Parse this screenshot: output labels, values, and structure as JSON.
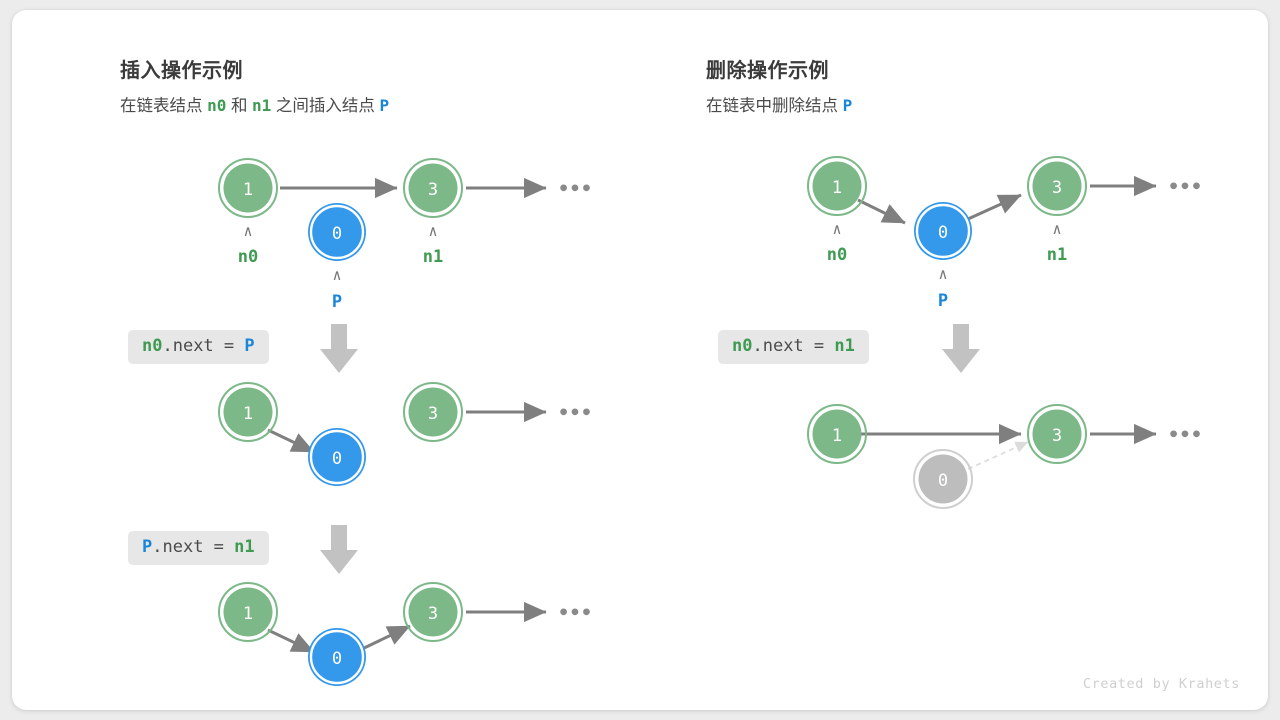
{
  "credit": "Created by Krahets",
  "colors": {
    "node_green_fill": "#7cb888",
    "node_green_ring": "#7cb888",
    "node_blue_fill": "#3498eb",
    "node_blue_ring": "#3498eb",
    "node_gray_fill": "#bdbdbd",
    "node_gray_ring": "#c9c9c9",
    "arrow_gray": "#7f7f7f",
    "label_green": "#3f9a52",
    "label_blue": "#1a86d8",
    "code_bg": "#e7e7e7",
    "card_bg": "#ffffff",
    "page_bg": "#ececec"
  },
  "left": {
    "title": "插入操作示例",
    "subtitle": {
      "seg1": "在链表结点",
      "tok1": "n0",
      "seg2": "和",
      "tok2": "n1",
      "seg3": "之间插入结点",
      "tok3": "P"
    },
    "steps": [
      {
        "code": {
          "t1": "n0",
          "t1_color": "green",
          "mid": ".next = ",
          "t2": "P",
          "t2_color": "blue"
        },
        "arrow_icon": "down-block-arrow"
      },
      {
        "code": {
          "t1": "P",
          "t1_color": "blue",
          "mid": ".next = ",
          "t2": "n1",
          "t2_color": "green"
        },
        "arrow_icon": "down-block-arrow"
      }
    ],
    "row1": {
      "nodes": [
        {
          "value": "1",
          "style": "green",
          "label": "n0",
          "label_color": "green",
          "caret": true
        },
        {
          "value": "0",
          "style": "blue",
          "label": "P",
          "label_color": "blue",
          "caret": true
        },
        {
          "value": "3",
          "style": "green",
          "label": "n1",
          "label_color": "green",
          "caret": true
        }
      ],
      "ellipsis": "•••"
    },
    "row2": {
      "nodes": [
        {
          "value": "1",
          "style": "green"
        },
        {
          "value": "0",
          "style": "blue"
        },
        {
          "value": "3",
          "style": "green"
        }
      ],
      "ellipsis": "•••"
    },
    "row3": {
      "nodes": [
        {
          "value": "1",
          "style": "green"
        },
        {
          "value": "0",
          "style": "blue"
        },
        {
          "value": "3",
          "style": "green"
        }
      ],
      "ellipsis": "•••"
    }
  },
  "right": {
    "title": "删除操作示例",
    "subtitle": {
      "seg1": "在链表中删除结点",
      "tok1": "P"
    },
    "steps": [
      {
        "code": {
          "t1": "n0",
          "t1_color": "green",
          "mid": ".next = ",
          "t2": "n1",
          "t2_color": "green"
        },
        "arrow_icon": "down-block-arrow"
      }
    ],
    "row1": {
      "nodes": [
        {
          "value": "1",
          "style": "green",
          "label": "n0",
          "label_color": "green",
          "caret": true
        },
        {
          "value": "0",
          "style": "blue",
          "label": "P",
          "label_color": "blue",
          "caret": true
        },
        {
          "value": "3",
          "style": "green",
          "label": "n1",
          "label_color": "green",
          "caret": true
        }
      ],
      "ellipsis": "•••"
    },
    "row2": {
      "nodes": [
        {
          "value": "1",
          "style": "green"
        },
        {
          "value": "0",
          "style": "gray"
        },
        {
          "value": "3",
          "style": "green"
        }
      ],
      "ellipsis": "•••"
    }
  }
}
